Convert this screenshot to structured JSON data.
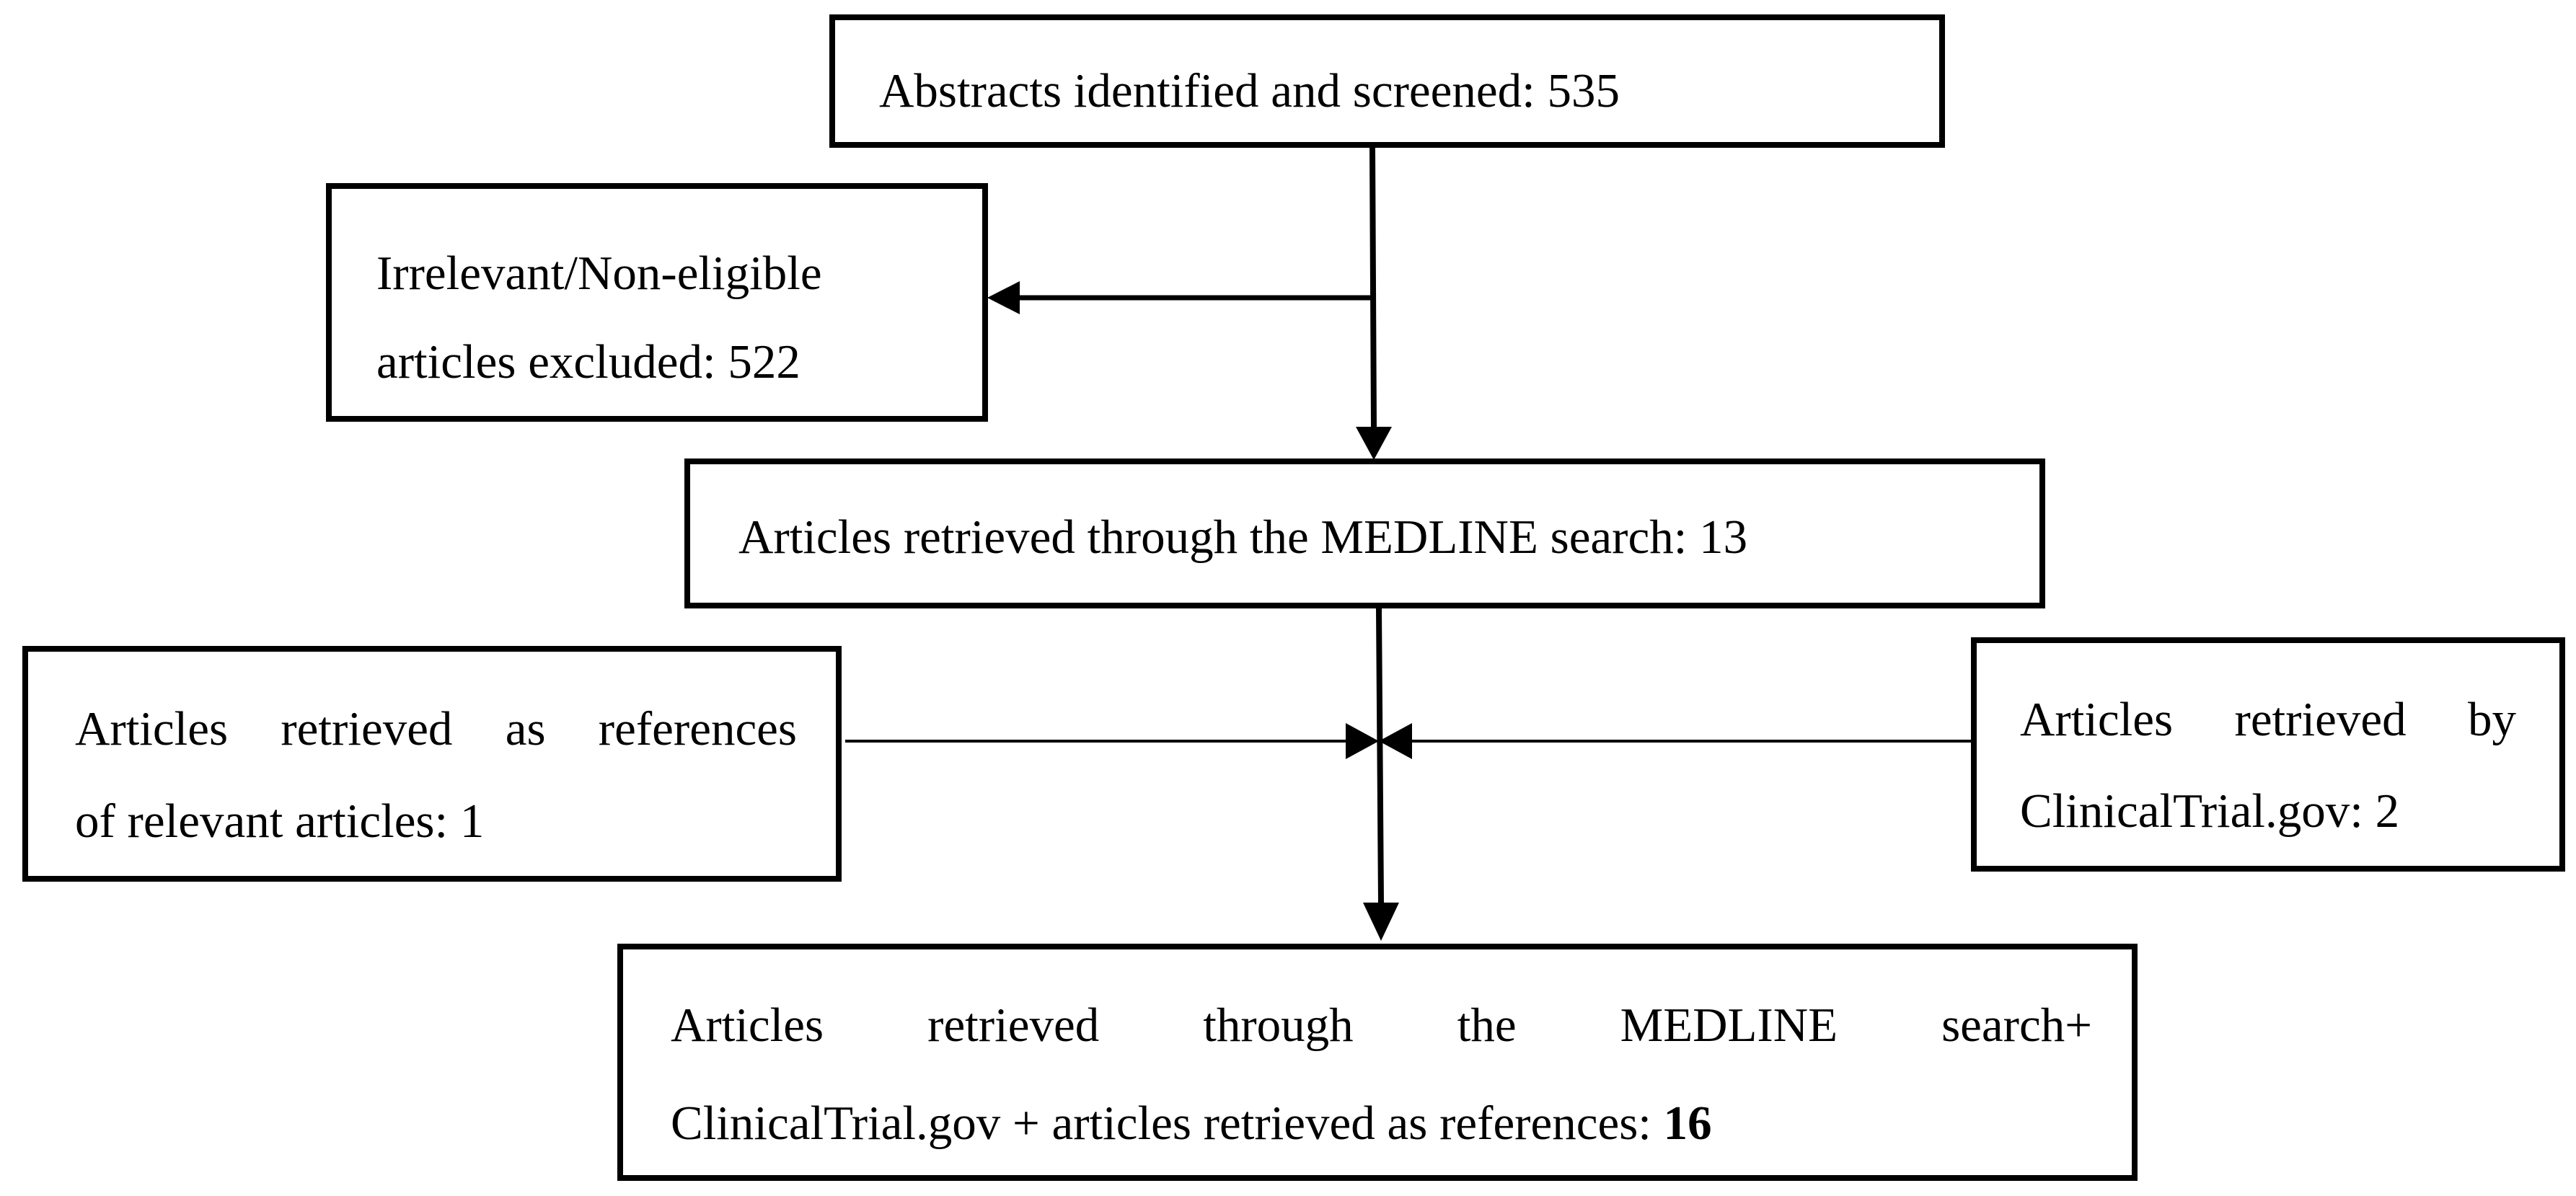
{
  "flowchart": {
    "screened": {
      "label": "Abstracts identified and screened: 535"
    },
    "excluded": {
      "line1": "Irrelevant/Non-eligible",
      "line2": "articles excluded: 522"
    },
    "medline": {
      "label": "Articles retrieved through the MEDLINE search: 13"
    },
    "references": {
      "line1": "Articles retrieved as references",
      "line2": "of relevant articles: 1"
    },
    "clinicaltrials": {
      "line1": "Articles retrieved by",
      "line2": "ClinicalTrial.gov: 2"
    },
    "total": {
      "line1": "Articles retrieved through the MEDLINE search+",
      "line2_text": "ClinicalTrial.gov + articles retrieved as references: ",
      "line2_count": "16"
    }
  },
  "colors": {
    "stroke": "#000000",
    "background": "#ffffff"
  }
}
